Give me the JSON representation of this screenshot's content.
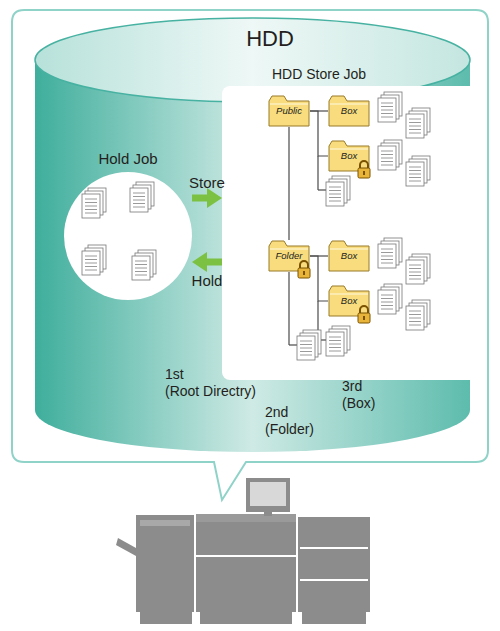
{
  "diagram": {
    "nodes": [
      {
        "text": [
          "HDD"
        ]
      },
      {
        "text": [
          "Hold Job"
        ],
        "in": 0
      },
      {
        "text": [
          "HDD Store Job"
        ],
        "in": 0
      },
      {
        "text": [
          "Public"
        ],
        "in": 2
      },
      {
        "text": [
          "Box"
        ],
        "in": 2
      },
      {
        "text": [
          "Box"
        ],
        "in": 2
      },
      {
        "text": [
          "Folder"
        ],
        "in": 2
      },
      {
        "text": [
          "Box"
        ],
        "in": 2
      },
      {
        "text": [
          "Box"
        ],
        "in": 2
      }
    ],
    "edges": [
      {
        "from": 1,
        "to": 2,
        "arrow": "to",
        "label": "Store"
      },
      {
        "from": 2,
        "to": 1,
        "arrow": "to",
        "label": "Hold"
      },
      {
        "from": 3,
        "to": 4,
        "arrow": "none"
      },
      {
        "from": 3,
        "to": 5,
        "arrow": "none"
      },
      {
        "from": 6,
        "to": 7,
        "arrow": "none"
      },
      {
        "from": 6,
        "to": 8,
        "arrow": "none"
      },
      {
        "from": 3,
        "to": 6,
        "arrow": "none"
      }
    ],
    "labels": [
      "1st",
      "(Root Directry)",
      "2nd",
      "(Folder)",
      "3rd",
      "(Box)"
    ]
  }
}
